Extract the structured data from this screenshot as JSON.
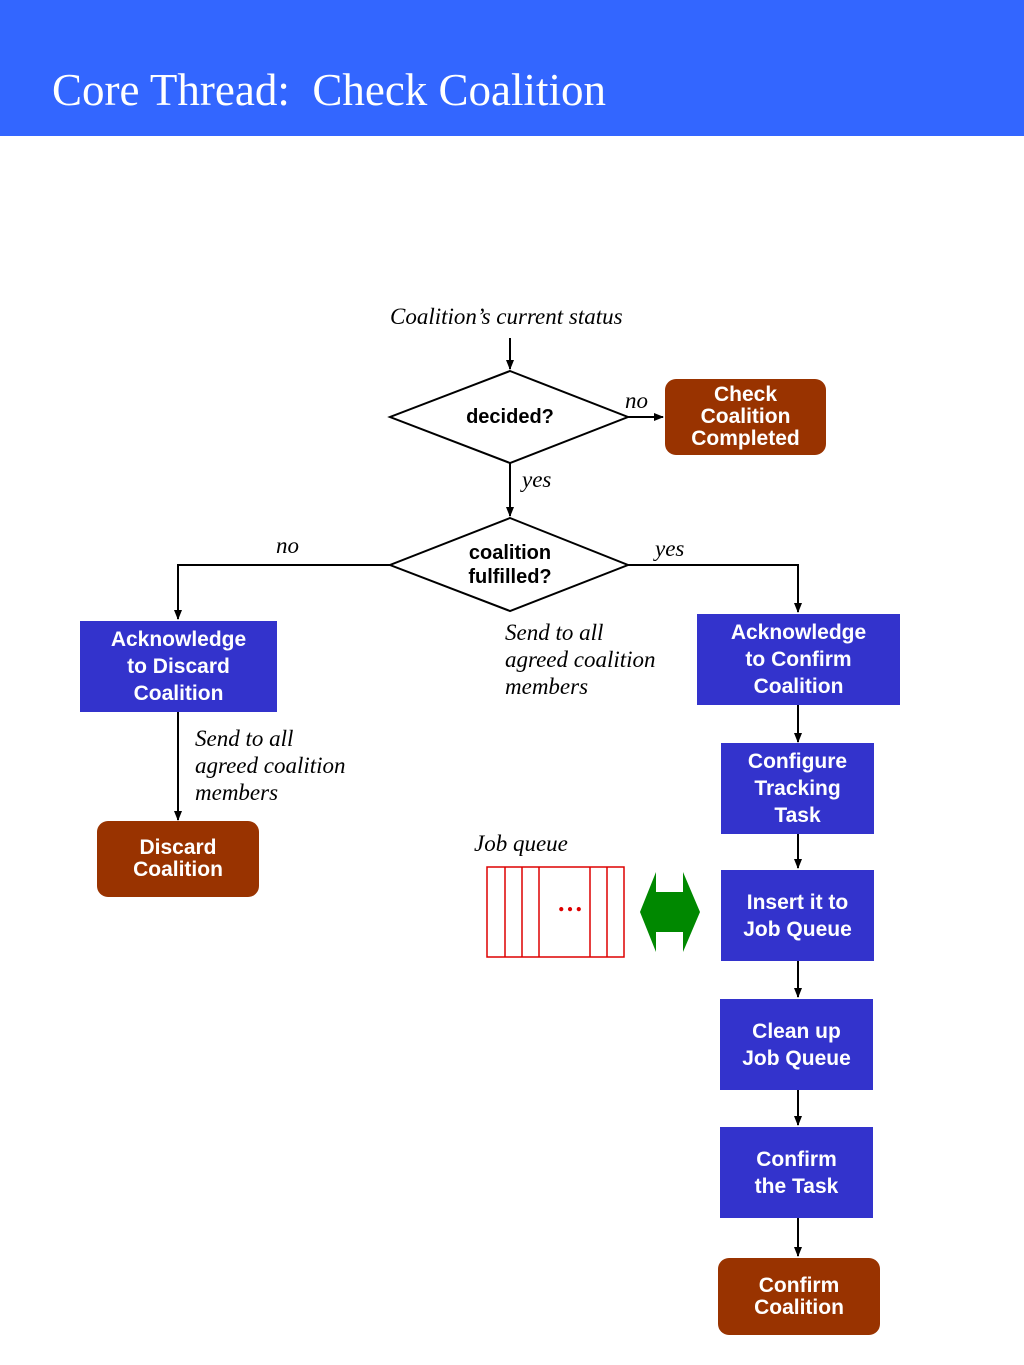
{
  "title": "Core Thread:  Check Coalition",
  "colors": {
    "header": "#3366ff",
    "process_box": "#3333cc",
    "terminal_box": "#993300",
    "job_queue": "#dd0000",
    "double_arrow": "#008800"
  },
  "start_label": "Coalition’s current status",
  "decisions": {
    "decided": {
      "lines": [
        "decided?"
      ]
    },
    "fulfilled": {
      "lines": [
        "coalition",
        "fulfilled?"
      ]
    }
  },
  "edge_labels": {
    "decided_no": "no",
    "decided_yes": "yes",
    "fulfilled_no": "no",
    "fulfilled_yes": "yes"
  },
  "boxes": {
    "check_completed": {
      "lines": [
        "Check",
        "Coalition",
        "Completed"
      ]
    },
    "ack_discard": {
      "lines": [
        "Acknowledge",
        "to Discard",
        "Coalition"
      ]
    },
    "discard": {
      "lines": [
        "Discard",
        "Coalition"
      ]
    },
    "ack_confirm": {
      "lines": [
        "Acknowledge",
        "to Confirm",
        "Coalition"
      ]
    },
    "configure": {
      "lines": [
        "Configure",
        "Tracking",
        "Task"
      ]
    },
    "insert": {
      "lines": [
        "Insert it to",
        "Job Queue"
      ]
    },
    "cleanup": {
      "lines": [
        "Clean up",
        "Job Queue"
      ]
    },
    "confirm_task": {
      "lines": [
        "Confirm",
        "the Task"
      ]
    },
    "confirm_coalition": {
      "lines": [
        "Confirm",
        "Coalition"
      ]
    }
  },
  "notes": {
    "send_right": [
      "Send to all",
      "agreed coalition",
      "members"
    ],
    "send_left": [
      "Send to all",
      "agreed coalition",
      "members"
    ]
  },
  "job_queue": {
    "label": "Job queue",
    "ellipsis": "…",
    "icon": "double-arrow-icon"
  }
}
